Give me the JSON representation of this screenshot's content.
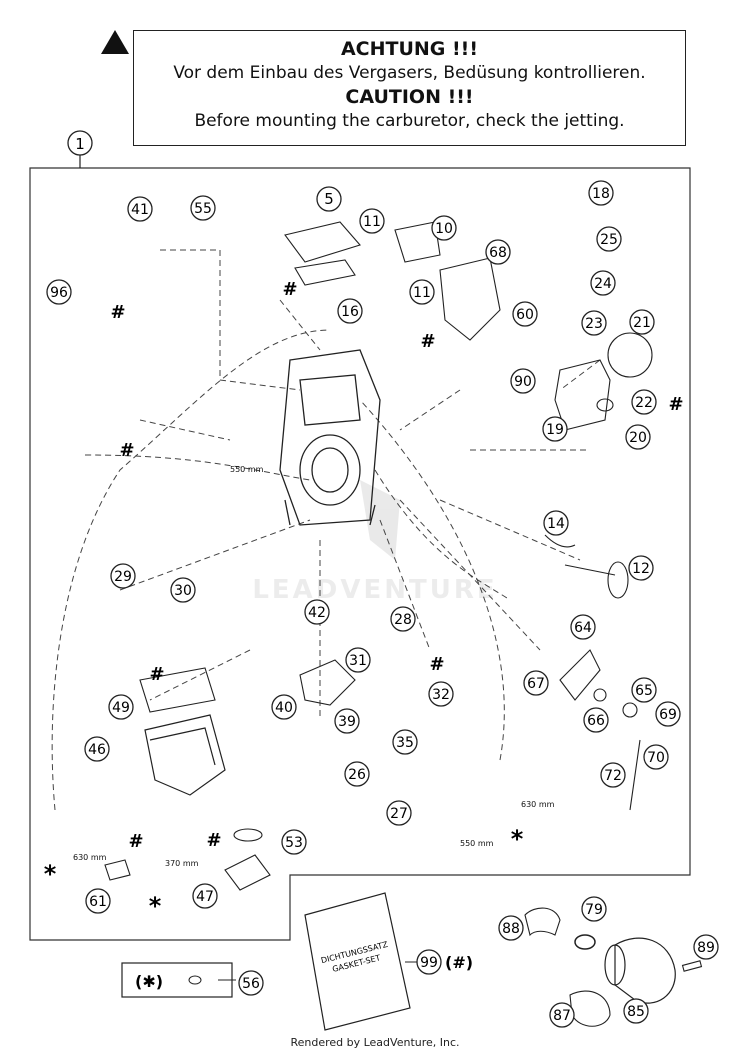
{
  "caution": {
    "title_de": "ACHTUNG !!!",
    "text_de": "Vor dem Einbau des Vergasers, Bedüsung kontrollieren.",
    "title_en": "CAUTION !!!",
    "text_en": "Before mounting the carburetor, check the jetting."
  },
  "assembly_number": "1",
  "callouts": [
    "5",
    "10",
    "11",
    "11",
    "12",
    "14",
    "16",
    "18",
    "19",
    "20",
    "21",
    "22",
    "23",
    "24",
    "25",
    "26",
    "27",
    "28",
    "29",
    "30",
    "31",
    "32",
    "35",
    "39",
    "40",
    "41",
    "42",
    "46",
    "47",
    "49",
    "53",
    "55",
    "56",
    "60",
    "61",
    "64",
    "65",
    "66",
    "67",
    "68",
    "69",
    "70",
    "72",
    "79",
    "85",
    "87",
    "88",
    "89",
    "90",
    "96",
    "99"
  ],
  "hash_mark": "#",
  "asterisk_mark": "*",
  "dimensions": {
    "hose_550_upper": "550 mm",
    "hose_630_left": "630 mm",
    "hose_370": "370 mm",
    "hose_630_right": "630 mm",
    "hose_550_lower": "550 mm"
  },
  "gasket_set": {
    "bag_line1": "DICHTUNGSSATZ",
    "bag_line2": "GASKET-SET",
    "ref": "(#)"
  },
  "asterisk_kit_label": "(✱)",
  "watermark": "LEADVENTURE",
  "footer": "Rendered by LeadVenture, Inc."
}
